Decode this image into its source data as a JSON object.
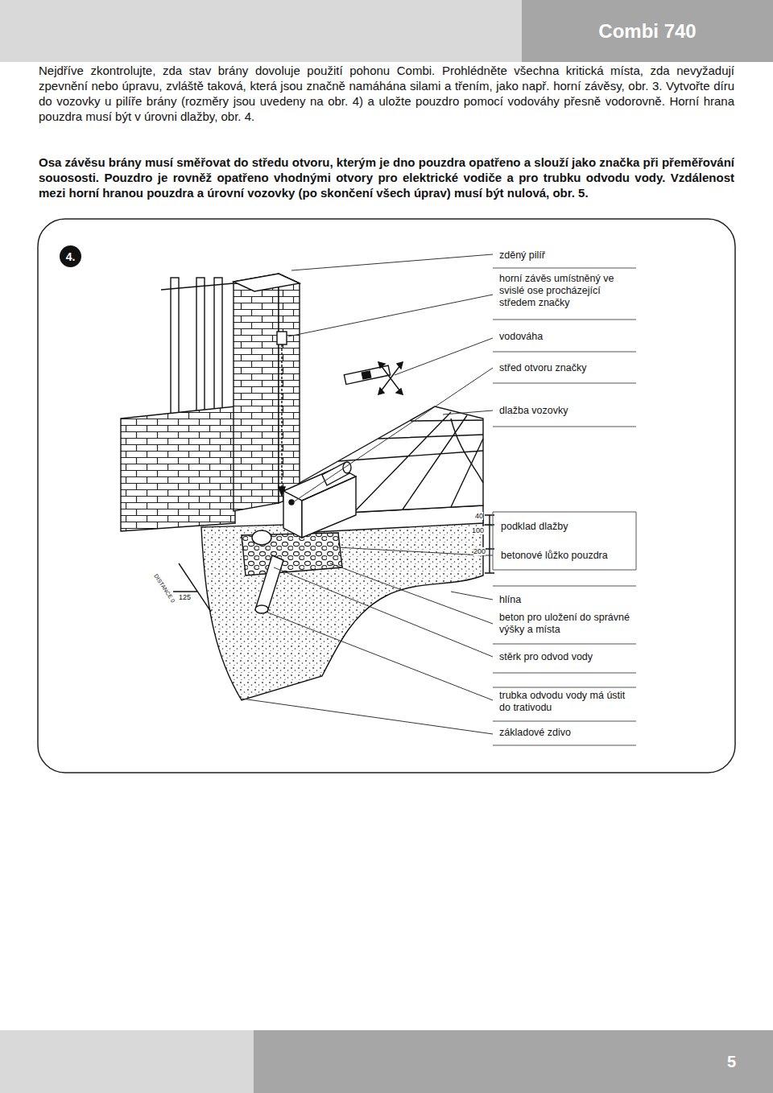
{
  "diagram": {
    "nodes": [
      {
        "text": [
          "Combi 740"
        ]
      },
      {
        "text": [
          "4."
        ]
      },
      {
        "text": [
          "5"
        ]
      }
    ],
    "labels": [
      "Nejdříve zkontrolujte, zda stav brány dovoluje použití pohonu Combi. Prohlédněte všechna kritická místa, zda nevyžadují zpevnění nebo úpravu, zvláště taková, která jsou značně namáhána silami a třením, jako např. horní závěsy, obr. 3. Vytvořte díru do vozovky u pilíře brány (rozměry jsou uvedeny na obr. 4) a uložte pouzdro pomocí vodováhy přesně vodorovně. Horní hrana pouzdra musí být v úrovni dlažby, obr. 4.",
      "Osa závěsu brány musí směřovat do středu otvoru, kterým je dno pouzdra opatřeno a slouží jako značka při přeměřování souososti. Pouzdro je rovněž opatřeno vhodnými otvory pro elektrické vodiče a pro trubku odvodu vody. Vzdálenost mezi horní hranou pouzdra a úrovní vozovky (po skončení všech úprav) musí být nulová, obr. 5.",
      "zděný pilíř",
      "horní závěs umístněný ve svislé ose procházející středem značky",
      "vodováha",
      "střed otvoru značky",
      "dlažba vozovky",
      "podklad dlažby",
      "betonové lůžko pouzdra",
      "hlína",
      "beton pro uložení do správné výšky a místa",
      "stěrk pro odvod vody",
      "trubka odvodu vody má ústit do trativodu",
      "základové zdivo",
      "40",
      "100",
      "200",
      "125",
      "DISTANCE 0"
    ]
  }
}
